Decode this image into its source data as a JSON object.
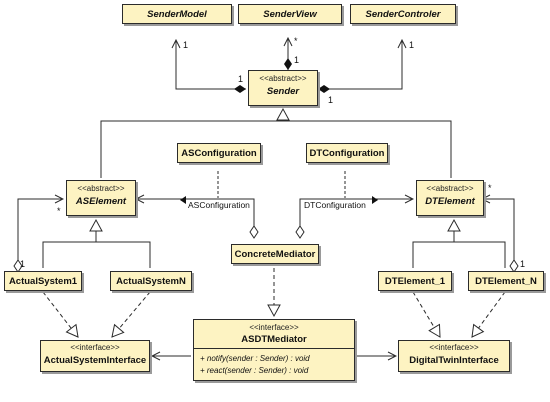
{
  "classes": {
    "sender_model": {
      "name": "SenderModel"
    },
    "sender_view": {
      "name": "SenderView"
    },
    "sender_controler": {
      "name": "SenderControler"
    },
    "sender": {
      "stereotype": "<<abstract>>",
      "name": "Sender"
    },
    "as_configuration": {
      "name": "ASConfiguration"
    },
    "dt_configuration": {
      "name": "DTConfiguration"
    },
    "as_element": {
      "stereotype": "<<abstract>>",
      "name": "ASElement"
    },
    "dt_element": {
      "stereotype": "<<abstract>>",
      "name": "DTElement"
    },
    "concrete_mediator": {
      "name": "ConcreteMediator"
    },
    "actual_system1": {
      "name": "ActualSystem1"
    },
    "actual_system_n": {
      "name": "ActualSystemN"
    },
    "dt_element_1": {
      "name": "DTElement_1"
    },
    "dt_element_n": {
      "name": "DTElement_N"
    },
    "actual_system_interface": {
      "stereotype": "<<interface>>",
      "name": "ActualSystemInterface"
    },
    "asdt_mediator": {
      "stereotype": "<<interface>>",
      "name": "ASDTMediator",
      "operations": [
        "+ notify(sender : Sender) : void",
        "+ react(sender : Sender) : void"
      ]
    },
    "digital_twin_interface": {
      "stereotype": "<<interface>>",
      "name": "DigitalTwinInterface"
    }
  },
  "labels": {
    "as_configuration_assoc": "ASConfiguration",
    "dt_configuration_assoc": "DTConfiguration"
  },
  "multiplicities": {
    "model_1": "1",
    "view_star": "*",
    "view_1": "1",
    "controler_1": "1",
    "sender_left_1": "1",
    "sender_right_1": "1",
    "as_star": "*",
    "as_1": "1",
    "dt_star": "*",
    "dt_1": "1"
  }
}
